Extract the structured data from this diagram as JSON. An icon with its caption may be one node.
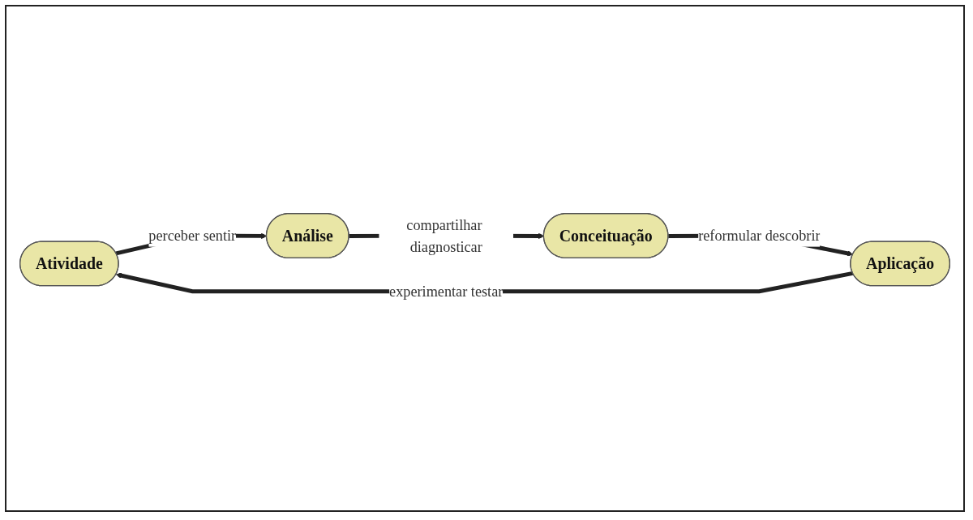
{
  "diagram": {
    "nodes": [
      {
        "text": [
          "Atividade"
        ]
      },
      {
        "text": [
          "Análise"
        ]
      },
      {
        "text": [
          "Conceituação"
        ]
      },
      {
        "text": [
          "Aplicação"
        ]
      }
    ],
    "edges": [
      {
        "from": 3,
        "to": 0,
        "arrow": "to",
        "label": "experimentar testar"
      },
      {
        "from": 0,
        "to": 1,
        "arrow": "to",
        "label": "perceber sentir"
      },
      {
        "from": 1,
        "to": 2,
        "arrow": "to",
        "label": "compartilhar diagnosticar"
      },
      {
        "from": 2,
        "to": 3,
        "arrow": "to",
        "label": "reformular descobrir"
      }
    ]
  }
}
